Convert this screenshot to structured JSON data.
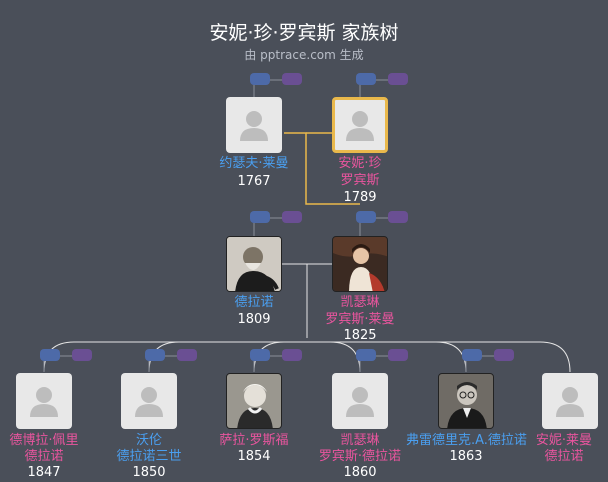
{
  "header": {
    "title": "安妮·珍·罗宾斯 家族树",
    "subtitle": "由 pptrace.com 生成"
  },
  "colors": {
    "background": "#4a4f59",
    "male": "#4a9ff0",
    "female": "#e9559e",
    "highlight": "#e9b84b",
    "connector": "#e6e6e6"
  },
  "people": {
    "joseph": {
      "name_1": "约瑟夫·莱曼",
      "name_2": "",
      "year": "1767",
      "photo": "placeholder-avatar-icon"
    },
    "anne_jane": {
      "name_1": "安妮·珍",
      "name_2": "罗宾斯",
      "year": "1789",
      "photo": "placeholder-avatar-icon"
    },
    "delano": {
      "name_1": "德拉诺",
      "name_2": "",
      "year": "1809",
      "photo": "portrait-old-man"
    },
    "catherine": {
      "name_1": "凯瑟琳",
      "name_2": "罗宾斯·莱曼",
      "year": "1825",
      "photo": "portrait-woman"
    },
    "deborah": {
      "name_1": "德博拉·佩里",
      "name_2": "德拉诺",
      "year": "1847",
      "photo": "placeholder-avatar-icon"
    },
    "warren": {
      "name_1": "沃伦",
      "name_2": "德拉诺三世",
      "year": "1850",
      "photo": "placeholder-avatar-icon"
    },
    "sara": {
      "name_1": "萨拉·罗斯福",
      "name_2": "",
      "year": "1854",
      "photo": "portrait-elderly-woman"
    },
    "catherine2": {
      "name_1": "凯瑟琳",
      "name_2": "罗宾斯·德拉诺",
      "year": "1860",
      "photo": "placeholder-avatar-icon"
    },
    "frederic": {
      "name_1": "弗雷德里克.A.德拉诺",
      "name_2": "",
      "year": "1863",
      "photo": "portrait-man-glasses"
    },
    "anne_lyman": {
      "name_1": "安妮·莱曼",
      "name_2": "德拉诺",
      "year": "",
      "photo": "placeholder-avatar-icon"
    }
  }
}
